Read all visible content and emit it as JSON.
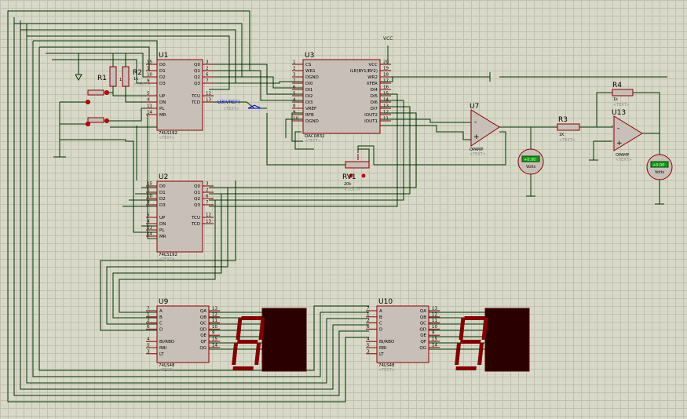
{
  "components": {
    "r1": {
      "ref": "R1"
    },
    "r2": {
      "ref": "R2",
      "value": "1k"
    },
    "r1_value": "1k",
    "r2_text": "<TEXT>",
    "u1": {
      "ref": "U1",
      "part": "74LS192",
      "text": "<TEXT>",
      "left_pins": [
        {
          "num": "15",
          "name": "D0"
        },
        {
          "num": "1",
          "name": "D1"
        },
        {
          "num": "10",
          "name": "D2"
        },
        {
          "num": "9",
          "name": "D3"
        },
        {
          "num": "5",
          "name": "UP"
        },
        {
          "num": "4",
          "name": "DN"
        },
        {
          "num": "11",
          "name": "PL"
        },
        {
          "num": "14",
          "name": "MR"
        }
      ],
      "right_pins": [
        {
          "num": "3",
          "name": "Q0"
        },
        {
          "num": "2",
          "name": "Q1"
        },
        {
          "num": "6",
          "name": "Q2"
        },
        {
          "num": "7",
          "name": "Q3"
        },
        {
          "num": "12",
          "name": "TCU"
        },
        {
          "num": "13",
          "name": "TCD"
        }
      ]
    },
    "u2": {
      "ref": "U2",
      "part": "74LS192",
      "text": "<TEXT>",
      "left_pins": [
        {
          "num": "15",
          "name": "D0"
        },
        {
          "num": "1",
          "name": "D1"
        },
        {
          "num": "10",
          "name": "D2"
        },
        {
          "num": "9",
          "name": "D3"
        },
        {
          "num": "5",
          "name": "UP"
        },
        {
          "num": "4",
          "name": "DN"
        },
        {
          "num": "11",
          "name": "PL"
        },
        {
          "num": "14",
          "name": "MR"
        }
      ],
      "right_pins": [
        {
          "num": "3",
          "name": "Q0"
        },
        {
          "num": "2",
          "name": "Q1"
        },
        {
          "num": "6",
          "name": "Q2"
        },
        {
          "num": "7",
          "name": "Q3"
        },
        {
          "num": "12",
          "name": "TCU"
        },
        {
          "num": "13",
          "name": "TCD"
        }
      ]
    },
    "u3": {
      "ref": "U3",
      "part": "DAC0832",
      "text": "<TEXT>",
      "left_pins": [
        {
          "num": "1",
          "name": "CS"
        },
        {
          "num": "2",
          "name": "WR1"
        },
        {
          "num": "3",
          "name": "DGND"
        },
        {
          "num": "7",
          "name": "DI0"
        },
        {
          "num": "6",
          "name": "DI1"
        },
        {
          "num": "5",
          "name": "DI2"
        },
        {
          "num": "4",
          "name": "DI3"
        },
        {
          "num": "8",
          "name": "VREF"
        },
        {
          "num": "9",
          "name": "RFB"
        },
        {
          "num": "10",
          "name": "DGND"
        }
      ],
      "right_pins": [
        {
          "num": "20",
          "name": "VCC"
        },
        {
          "num": "19",
          "name": "ILE(BY1/BY2)"
        },
        {
          "num": "18",
          "name": "WR2"
        },
        {
          "num": "17",
          "name": "XFER"
        },
        {
          "num": "16",
          "name": "DI4"
        },
        {
          "num": "15",
          "name": "DI5"
        },
        {
          "num": "14",
          "name": "DI6"
        },
        {
          "num": "13",
          "name": "DI7"
        },
        {
          "num": "12",
          "name": "IOUT2"
        },
        {
          "num": "11",
          "name": "IOUT1"
        }
      ]
    },
    "u9": {
      "ref": "U9",
      "part": "74LS48",
      "text": "<TEXT>",
      "left_pins": [
        {
          "num": "7",
          "name": "A"
        },
        {
          "num": "1",
          "name": "B"
        },
        {
          "num": "2",
          "name": "C"
        },
        {
          "num": "6",
          "name": "D"
        },
        {
          "num": "4",
          "name": "BI/RBO"
        },
        {
          "num": "5",
          "name": "RBI"
        },
        {
          "num": "3",
          "name": "LT"
        }
      ],
      "right_pins": [
        {
          "num": "13",
          "name": "QA"
        },
        {
          "num": "12",
          "name": "QB"
        },
        {
          "num": "11",
          "name": "QC"
        },
        {
          "num": "10",
          "name": "QD"
        },
        {
          "num": "9",
          "name": "QE"
        },
        {
          "num": "15",
          "name": "QF"
        },
        {
          "num": "14",
          "name": "QG"
        }
      ]
    },
    "u10": {
      "ref": "U10",
      "part": "74LS48",
      "text": "<TEXT>",
      "left_pins": [
        {
          "num": "7",
          "name": "A"
        },
        {
          "num": "1",
          "name": "B"
        },
        {
          "num": "2",
          "name": "C"
        },
        {
          "num": "6",
          "name": "D"
        },
        {
          "num": "4",
          "name": "BI/RBO"
        },
        {
          "num": "5",
          "name": "RBI"
        },
        {
          "num": "3",
          "name": "LT"
        }
      ],
      "right_pins": [
        {
          "num": "13",
          "name": "QA"
        },
        {
          "num": "12",
          "name": "QB"
        },
        {
          "num": "11",
          "name": "QC"
        },
        {
          "num": "10",
          "name": "QD"
        },
        {
          "num": "9",
          "name": "QE"
        },
        {
          "num": "15",
          "name": "QF"
        },
        {
          "num": "14",
          "name": "QG"
        }
      ]
    },
    "u7": {
      "ref": "U7",
      "part": "OPAMP",
      "text": "<TEXT>",
      "minus": "-",
      "plus": "+"
    },
    "u13": {
      "ref": "U13",
      "part": "OPAMP",
      "text": "<TEXT>",
      "minus": "-",
      "plus": "+"
    },
    "r3": {
      "ref": "R3",
      "value": "1K",
      "text": "<TEXT>"
    },
    "r4": {
      "ref": "R4",
      "value": "1k",
      "text": "<TEXT>"
    },
    "rv1": {
      "ref": "RV1",
      "value": "20k",
      "text": "<TEXT>"
    },
    "vcc": "VCC",
    "vref_label": "U3(VREF)",
    "vref_text": "<TEXT>",
    "voltmeter1": {
      "reading": "+0.00",
      "unit": "Volts"
    },
    "voltmeter2": {
      "reading": "+0.00",
      "unit": "Volts"
    }
  },
  "colors": {
    "wire": "#003300",
    "body": "#c8c0b8",
    "outline": "#880000",
    "pin": "#800000",
    "seg_bg": "#2a0000",
    "seg_on": "#800000",
    "vref": "#0000cc"
  }
}
